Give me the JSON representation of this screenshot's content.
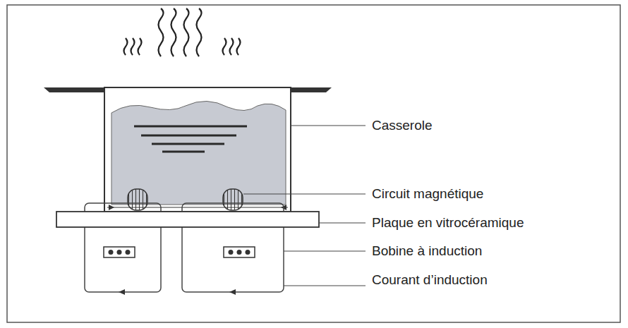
{
  "diagram": {
    "labels": [
      "Casserole",
      "Circuit magnétique",
      "Plaque en vitrocéramique",
      "Bobine à induction",
      "Courant d’induction"
    ]
  }
}
